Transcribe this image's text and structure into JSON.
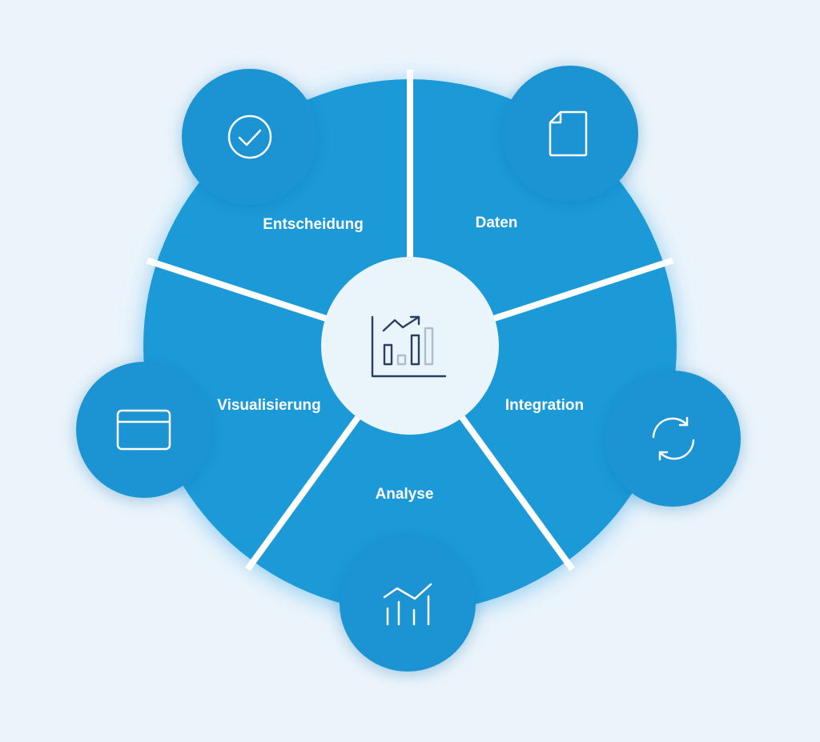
{
  "diagram": {
    "center_icon": "bar-chart-trend-icon",
    "colors": {
      "background": "#ecf4fb",
      "segment": "#1e9ad8",
      "satellite": "#1a93d3",
      "center": "#eaf4fb",
      "center_icon_dark": "#2b3f63",
      "center_icon_light": "#aebdcc",
      "line": "#ffffff"
    },
    "segments": [
      {
        "label": "Daten",
        "icon": "document-icon"
      },
      {
        "label": "Integration",
        "icon": "sync-icon"
      },
      {
        "label": "Analyse",
        "icon": "line-chart-icon"
      },
      {
        "label": "Visualisierung",
        "icon": "card-icon"
      },
      {
        "label": "Entscheidung",
        "icon": "check-circle-icon"
      }
    ]
  }
}
